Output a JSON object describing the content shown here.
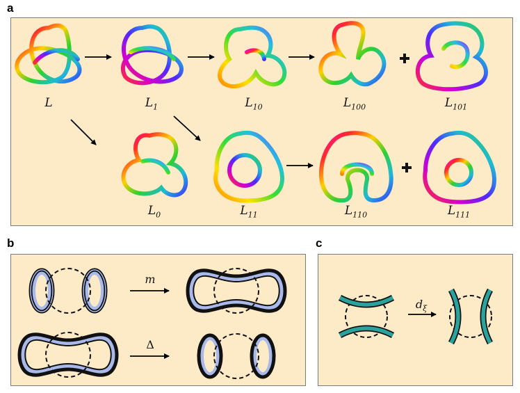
{
  "panels": {
    "a": {
      "letter": "a"
    },
    "b": {
      "letter": "b"
    },
    "c": {
      "letter": "c"
    }
  },
  "knots": [
    {
      "id": "L",
      "base": "L",
      "sub": ""
    },
    {
      "id": "L1",
      "base": "L",
      "sub": "1"
    },
    {
      "id": "L10",
      "base": "L",
      "sub": "10"
    },
    {
      "id": "L100",
      "base": "L",
      "sub": "100"
    },
    {
      "id": "L101",
      "base": "L",
      "sub": "101"
    },
    {
      "id": "L0",
      "base": "L",
      "sub": "0"
    },
    {
      "id": "L11",
      "base": "L",
      "sub": "11"
    },
    {
      "id": "L110",
      "base": "L",
      "sub": "110"
    },
    {
      "id": "L111",
      "base": "L",
      "sub": "111"
    }
  ],
  "operators": {
    "m": "m",
    "delta": "Δ",
    "d_base": "d",
    "d_sub": "ξ"
  },
  "colors": {
    "panel_bg": "#fdebc7",
    "circle_fill": "#a9b9ea",
    "teal": "#2aa39e"
  }
}
